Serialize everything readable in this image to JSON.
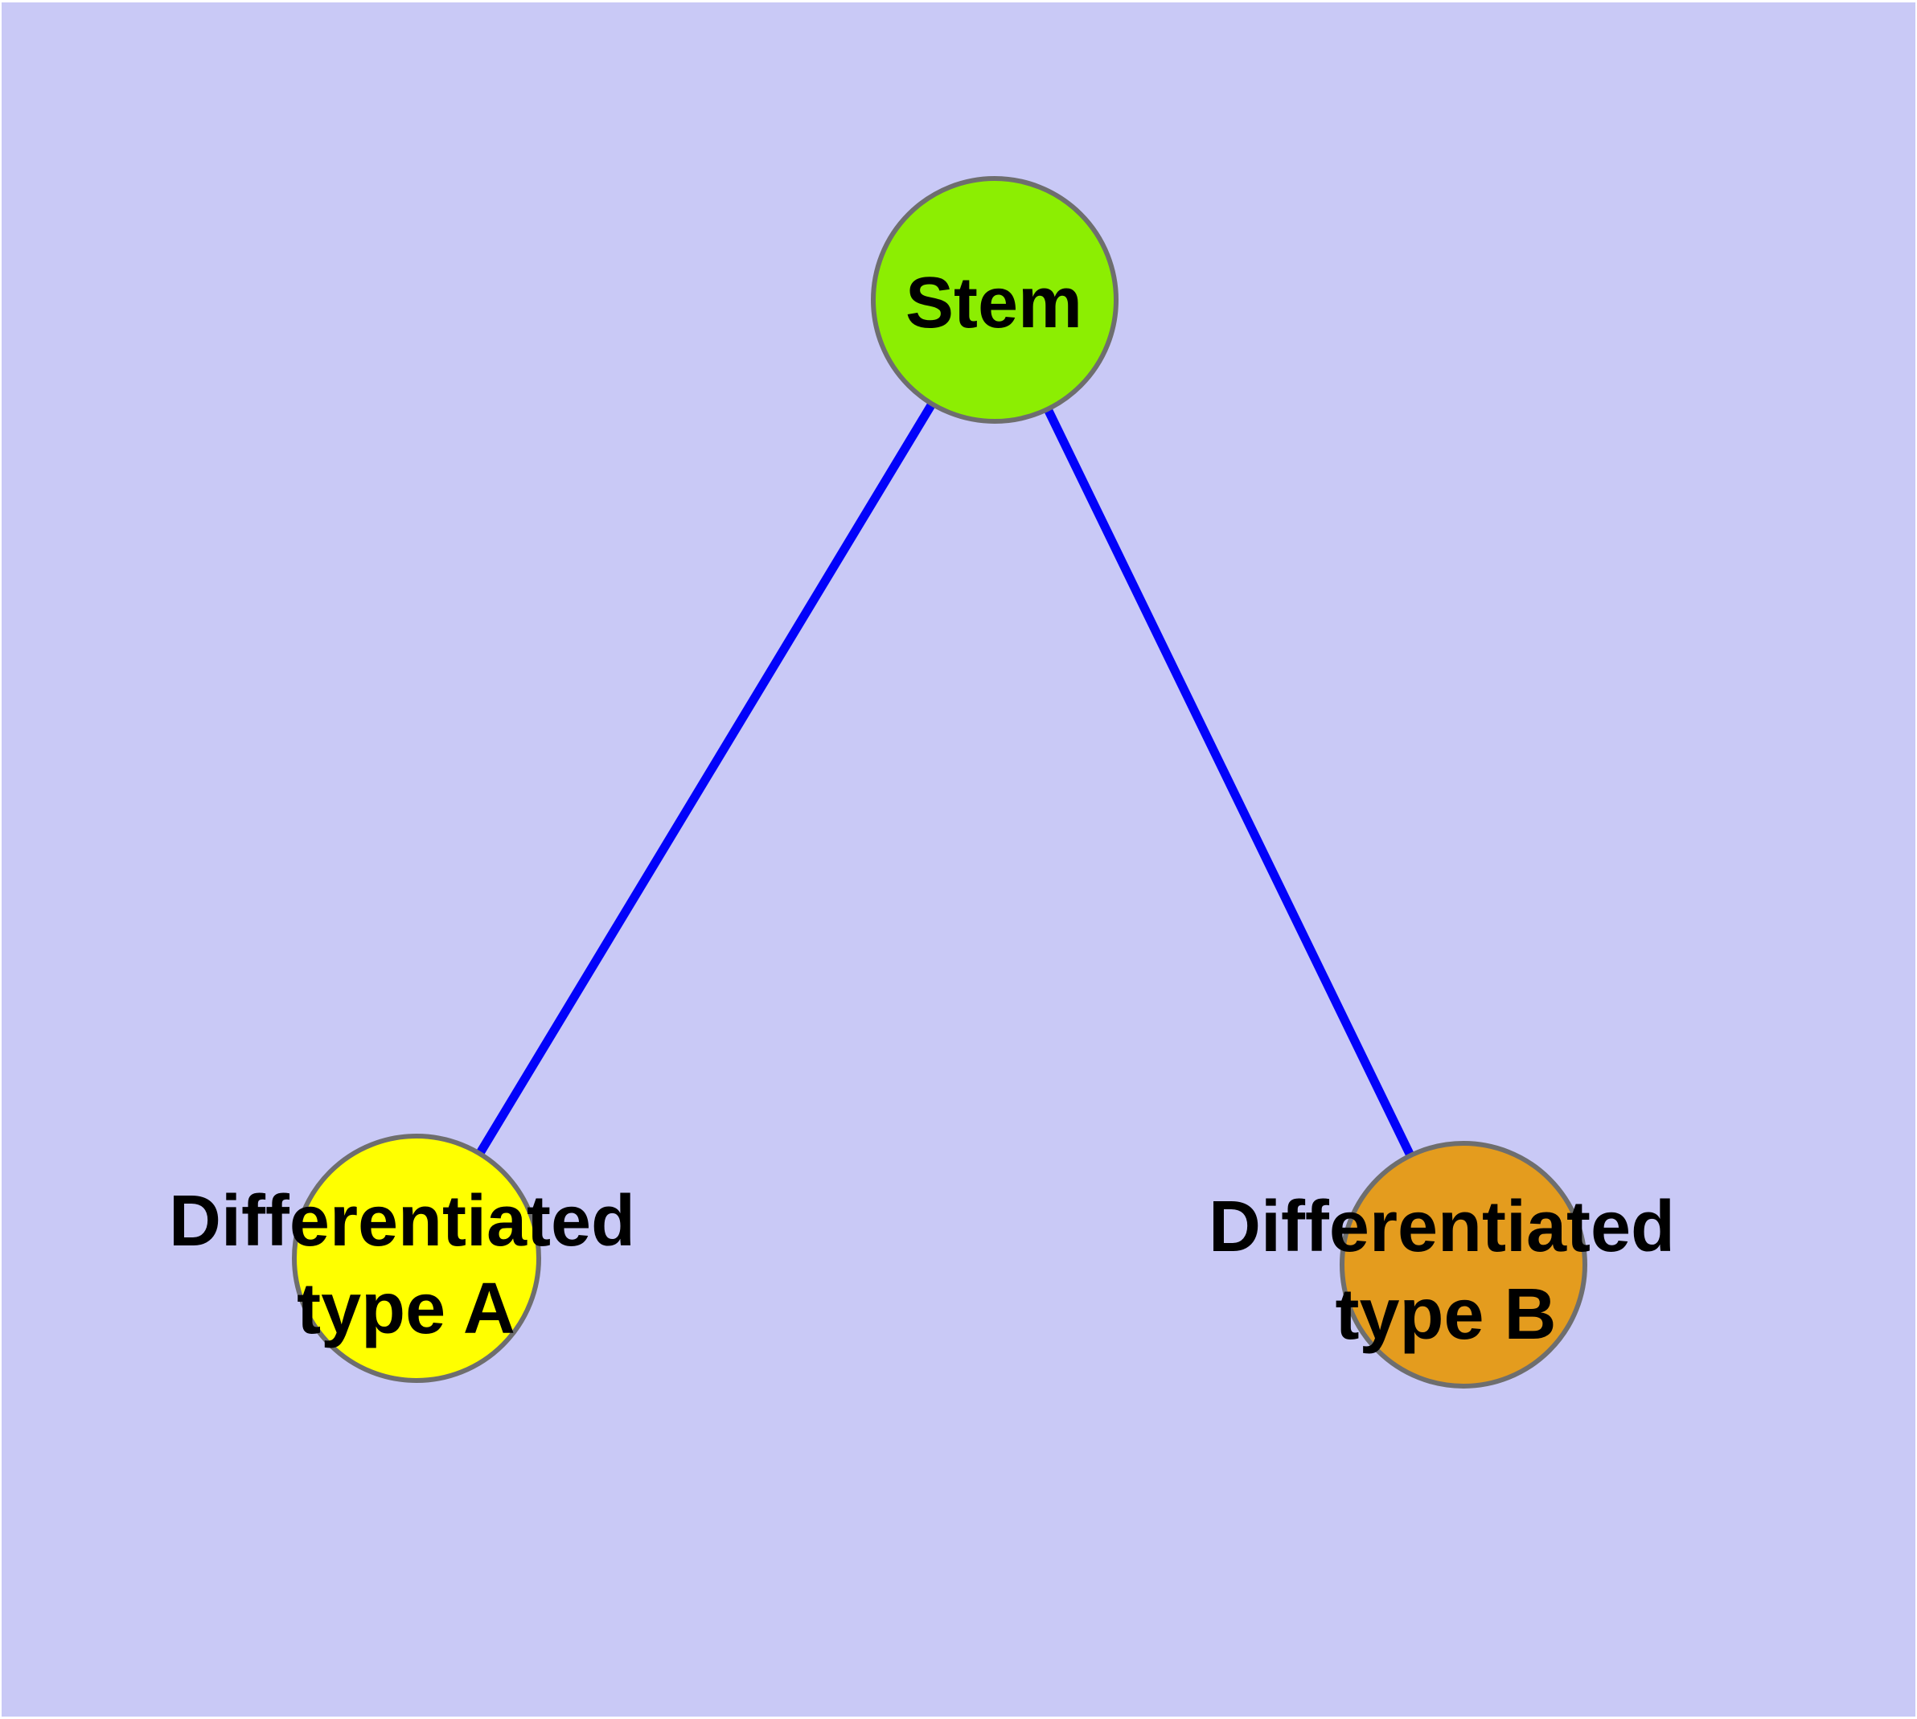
{
  "diagram": {
    "type": "node-link-graph",
    "colors": {
      "background": "#c9c9f6",
      "frame": "#ffffff",
      "node_border": "#6e6e6e",
      "label": "#000000"
    },
    "nodes": {
      "stem": {
        "label": "Stem",
        "fill": "#8cee02"
      },
      "diff_a": {
        "label": "Differentiated type A",
        "label_lines": [
          "Differentiated",
          "type A"
        ],
        "fill": "#ffff00"
      },
      "diff_b": {
        "label": "Differentiated type B",
        "label_lines": [
          "Differentiated",
          "type B"
        ],
        "fill": "#e49c1e"
      }
    },
    "edges": [
      {
        "from": "Stem",
        "to": "Differentiated type A",
        "color": "#0202fa"
      },
      {
        "from": "Stem",
        "to": "Differentiated type B",
        "color": "#0202fa"
      }
    ]
  }
}
